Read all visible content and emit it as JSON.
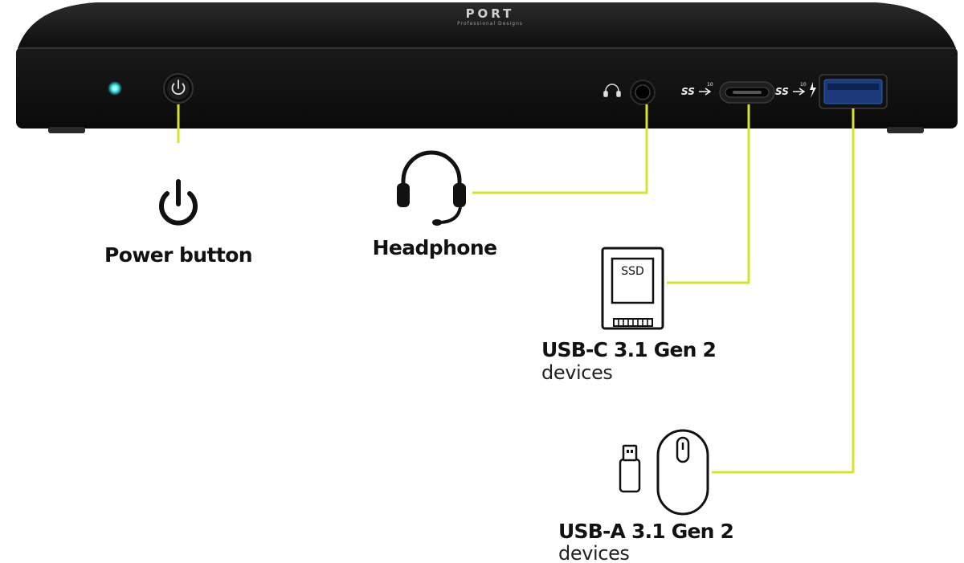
{
  "device": {
    "brand_logo_text": "PORT",
    "brand_tagline": "Professional Designs"
  },
  "labels": {
    "power": "Power button",
    "headphone": "Headphone",
    "usb_c_title": "USB-C 3.1 Gen 2",
    "usb_c_sub": "devices",
    "usb_a_title": "USB-A 3.1 Gen 2",
    "usb_a_sub": "devices",
    "ssd_label": "SSD"
  },
  "port_markings": {
    "usb_c_logo": "SS",
    "usb_c_speed": "10",
    "usb_a_logo": "SS",
    "usb_a_speed": "10"
  },
  "colors": {
    "connector_line": "#d7e231",
    "device_body": "#151515",
    "led": "#38e3e3"
  },
  "icons": {
    "power": "power-icon",
    "headphone": "headset-icon",
    "ssd": "ssd-icon",
    "usb_stick": "usb-stick-icon",
    "mouse": "mouse-icon"
  }
}
